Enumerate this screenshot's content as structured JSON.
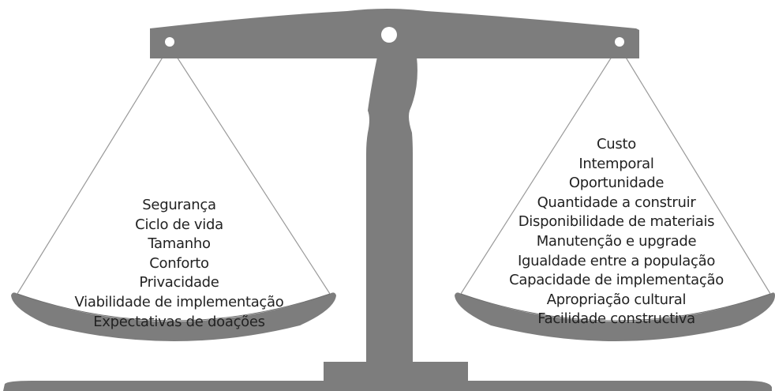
{
  "colors": {
    "metal": "#7d7d7d",
    "pan_rim": "#8a8a8a",
    "pivot_hole": "#ffffff",
    "text": "#222222"
  },
  "left_pan": {
    "items": [
      "Segurança",
      "Ciclo de vida",
      "Tamanho",
      "Conforto",
      "Privacidade",
      "Viabilidade de implementação",
      "Expectativas de doações"
    ]
  },
  "right_pan": {
    "items": [
      "Custo",
      "Intemporal",
      "Oportunidade",
      "Quantidade a construir",
      "Disponibilidade de materiais",
      "Manutenção e upgrade",
      "Igualdade entre a população",
      "Capacidade de implementação",
      "Apropriação cultural",
      "Facilidade constructiva"
    ]
  }
}
